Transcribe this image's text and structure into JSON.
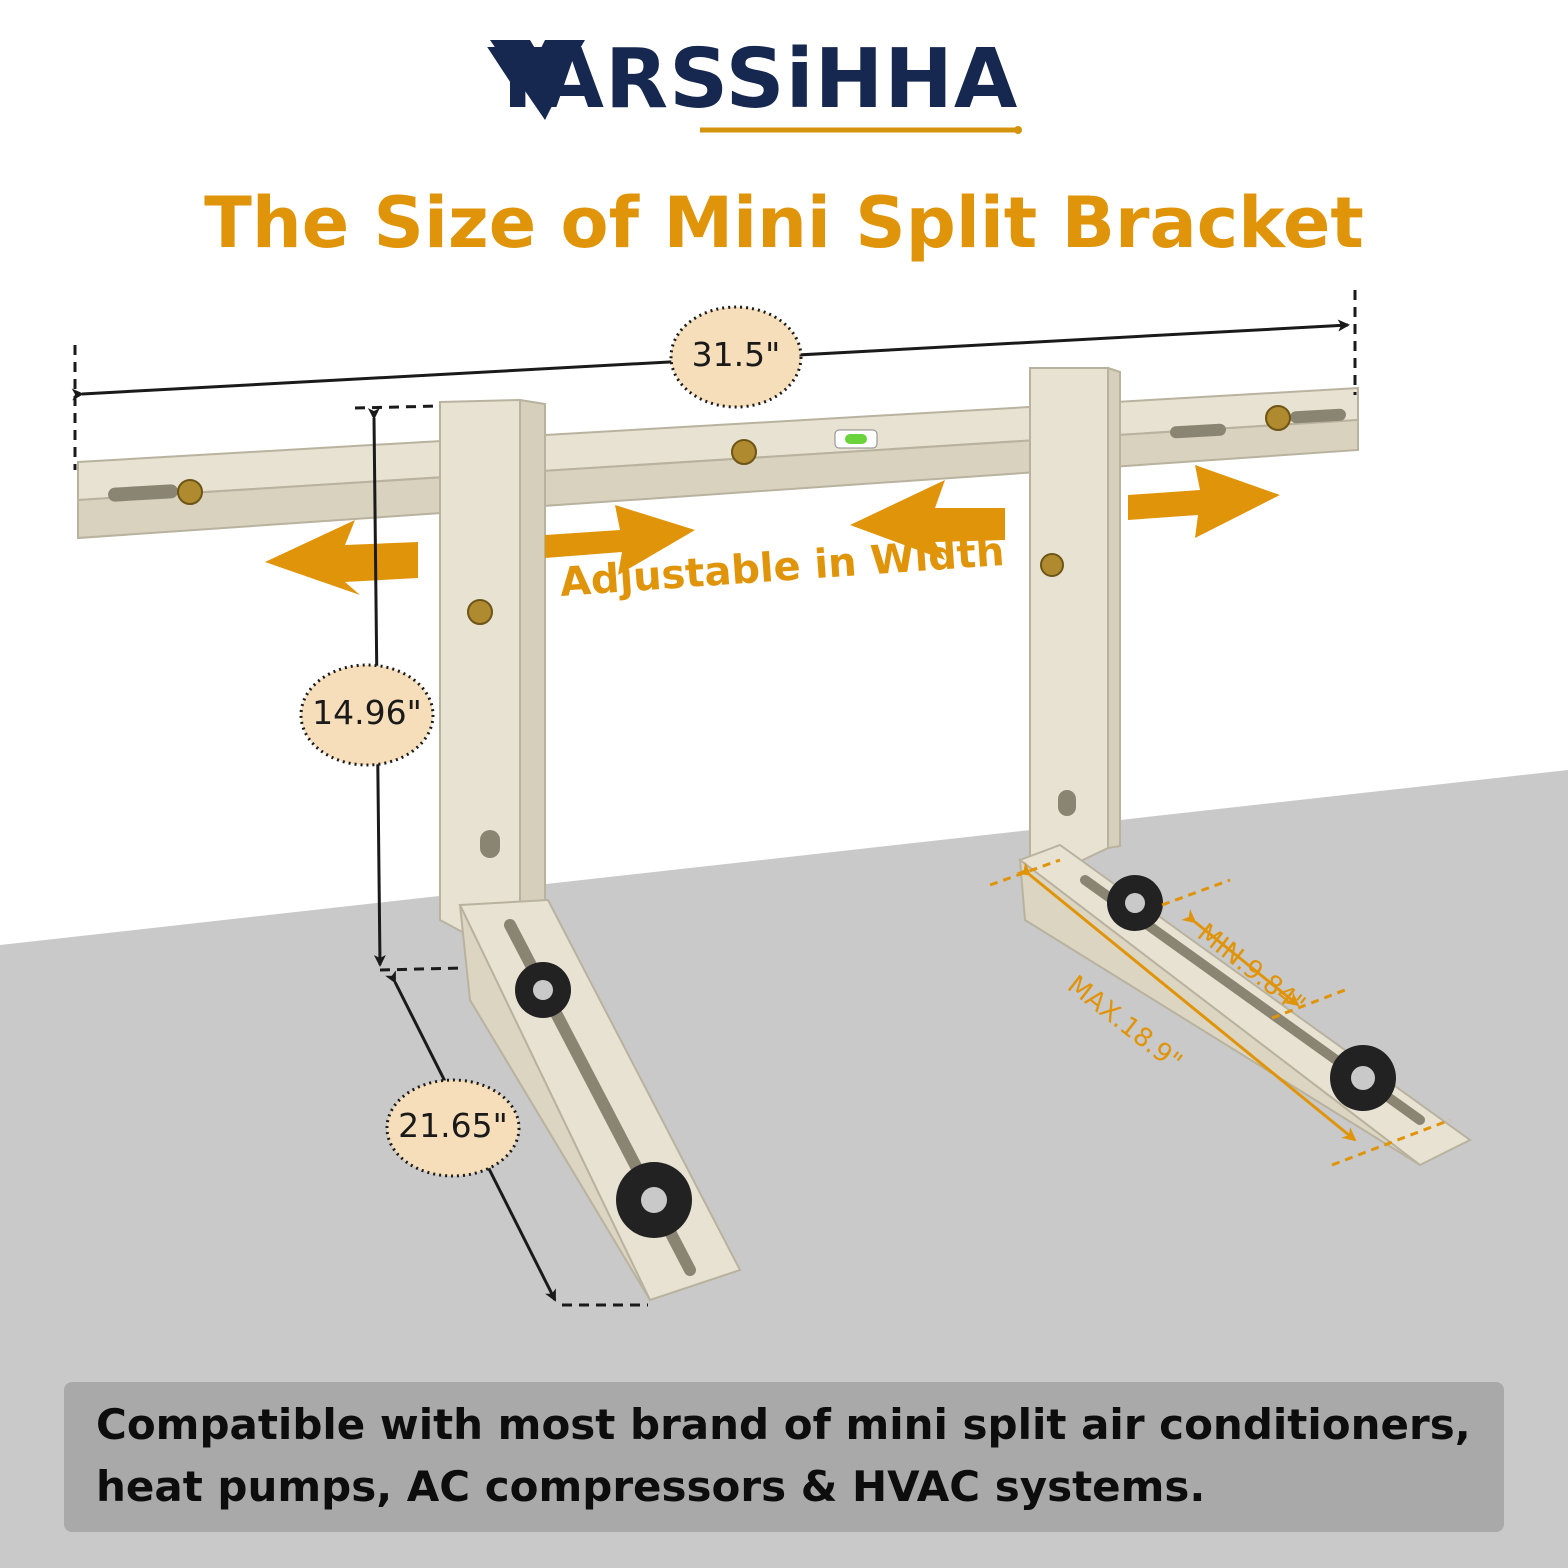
{
  "brand": {
    "name": "YARSSiHHA",
    "colors": {
      "navy": "#16284f",
      "gold": "#d4930c"
    }
  },
  "headline": "The Size of Mini Split Bracket",
  "dimensions": {
    "width": "31.5\"",
    "height": "14.96\"",
    "depth": "21.65\"",
    "min_arm": "MIN.9.84\"",
    "max_arm": "MAX.18.9\""
  },
  "feature_label": "Adjustable in Width",
  "banner_text": "Compatible with most brand of mini split air conditioners, heat pumps, AC compressors & HVAC systems.",
  "colors": {
    "accent": "#e0940a",
    "bracket": "#e8e2d2",
    "floor": "#c9c9c9",
    "banner": "#a9a9a9",
    "label_bg": "#f5deb9"
  }
}
